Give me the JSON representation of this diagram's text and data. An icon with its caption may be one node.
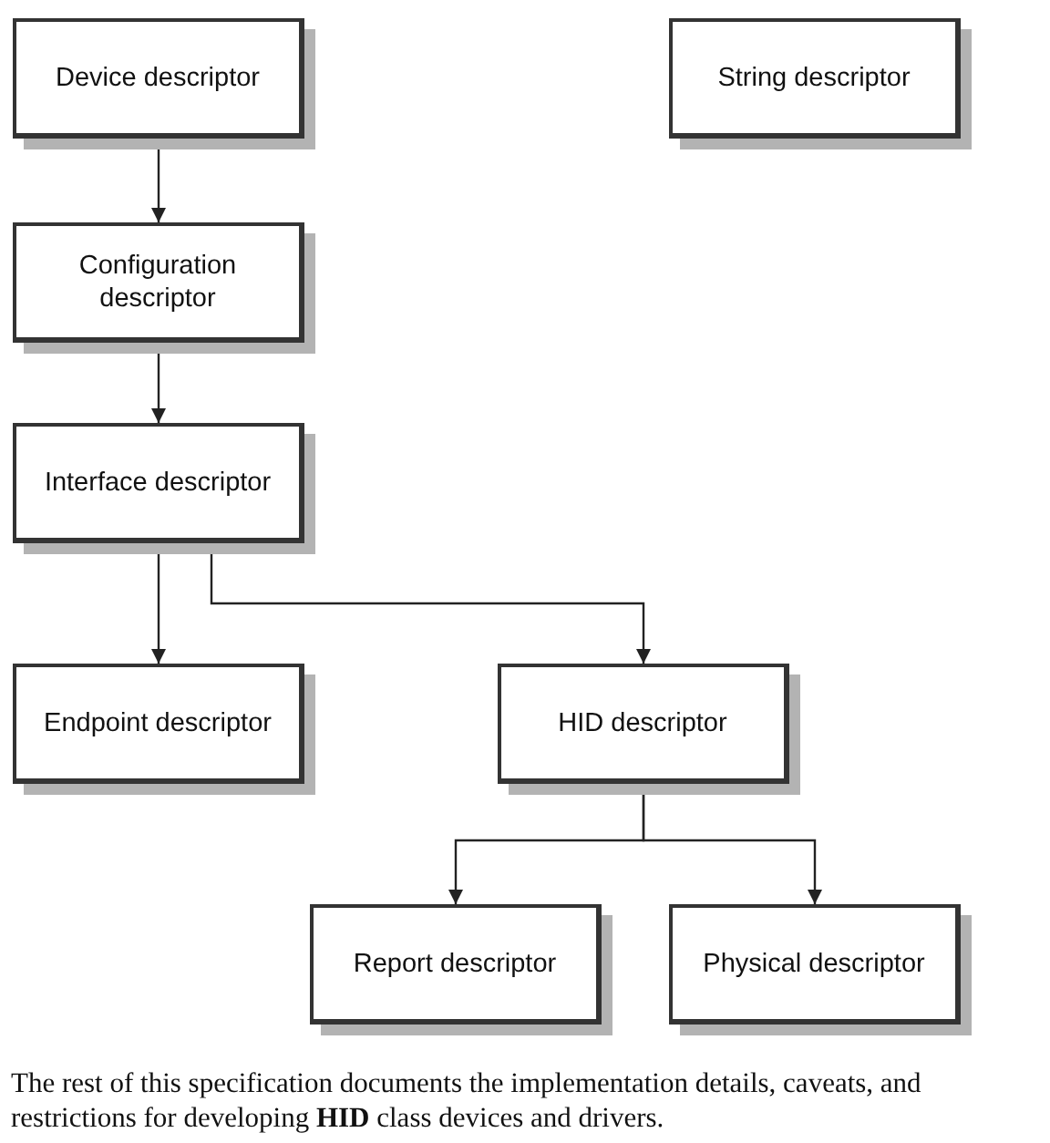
{
  "diagram": {
    "nodes": [
      {
        "text": [
          "Device descriptor"
        ]
      },
      {
        "text": [
          "String descriptor"
        ]
      },
      {
        "text": [
          "Configuration descriptor"
        ]
      },
      {
        "text": [
          "Interface descriptor"
        ]
      },
      {
        "text": [
          "Endpoint descriptor"
        ]
      },
      {
        "text": [
          "HID descriptor"
        ]
      },
      {
        "text": [
          "Report descriptor"
        ]
      },
      {
        "text": [
          "Physical descriptor"
        ]
      }
    ],
    "edges": [
      {
        "from": 0,
        "to": 2,
        "arrow": "to"
      },
      {
        "from": 2,
        "to": 3,
        "arrow": "to"
      },
      {
        "from": 3,
        "to": 4,
        "arrow": "to"
      },
      {
        "from": 3,
        "to": 5,
        "arrow": "to"
      },
      {
        "from": 5,
        "to": 6,
        "arrow": "to"
      },
      {
        "from": 5,
        "to": 7,
        "arrow": "to"
      }
    ],
    "caption": "The rest of this specification documents the implementation details, caveats, and restrictions for developing **HID** class devices and drivers."
  }
}
